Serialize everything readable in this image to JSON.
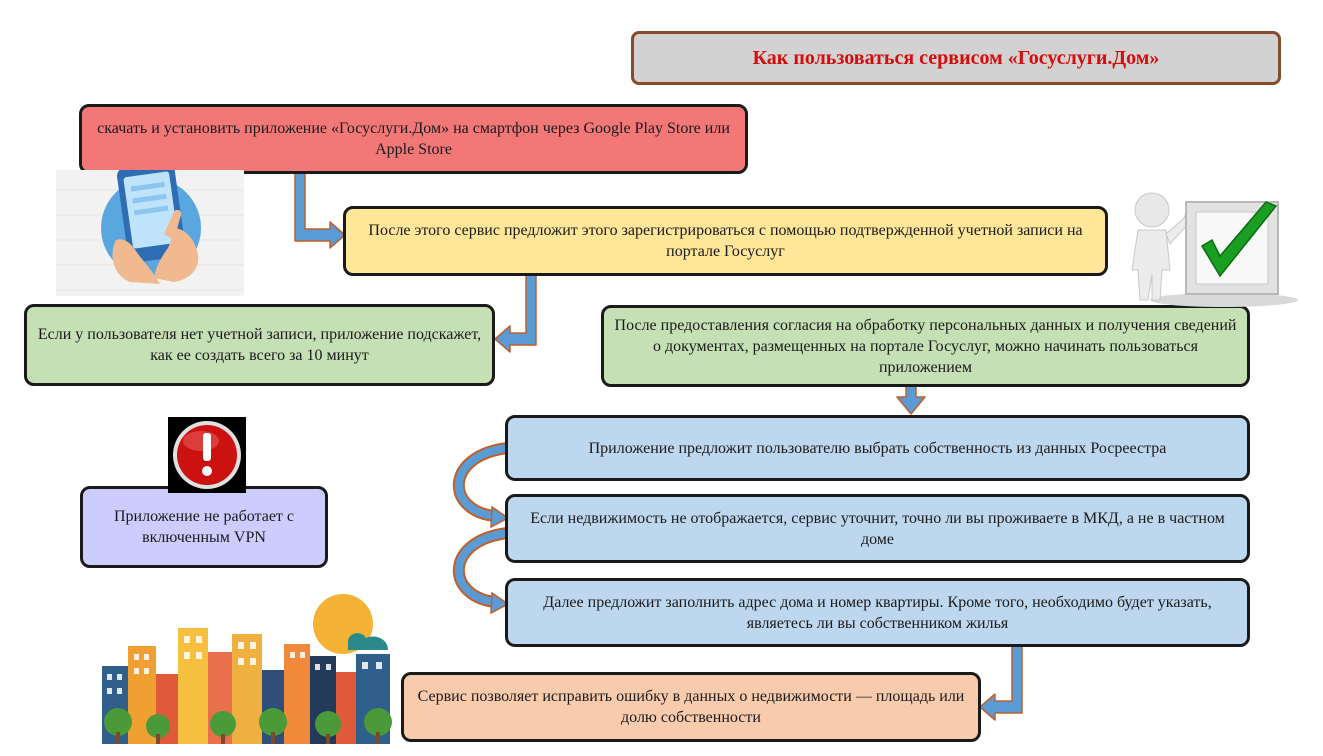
{
  "title": "Как пользоваться  сервисом «Госуслуги.Дом»",
  "colors": {
    "title_text": "#d60b0b",
    "title_bg": "#d2d2d2",
    "red_box": "#f27777",
    "yellow_box": "#ffe699",
    "green_box": "#c5e0b4",
    "blue_box": "#bdd7ee",
    "purple_box": "#ccccff",
    "peach_box": "#f8cbad",
    "arrow": "#5b9bd5",
    "arrow_border": "#c0602a"
  },
  "steps": {
    "download": "скачать и установить приложение «Госуслуги.Дом» на смартфон через Google Play Store или Apple Store",
    "register": "После этого сервис предложит этого зарегистрироваться с помощью подтвержденной учетной записи на портале Госуслуг",
    "no_account": "Если у пользователя нет учетной записи, приложение подскажет, как ее  создать всего за 10  минут",
    "consent": "После предоставления согласия на обработку персональных данных и получения сведений о документах, размещенных на портале Госуслуг, можно начинать пользоваться приложением",
    "choose_property": "Приложение предложит пользователю выбрать собственность из данных Росреестра",
    "not_shown": "Если недвижимость не отображается, сервис уточнит, точно ли вы проживаете в МКД, а не в частном доме",
    "address": "Далее предложит заполнить адрес дома и номер квартиры. Кроме того, необходимо будет указать, являетесь ли вы собственником жилья",
    "fix_error": "Сервис позволяет исправить ошибку в данных о недвижимости — площадь или долю собственности",
    "vpn_warning": "Приложение не работает с включенным VPN"
  },
  "icons": {
    "phone": "smartphone-hand-icon",
    "check": "person-checkmark-icon",
    "warning": "exclamation-icon",
    "city": "city-skyline-icon"
  }
}
